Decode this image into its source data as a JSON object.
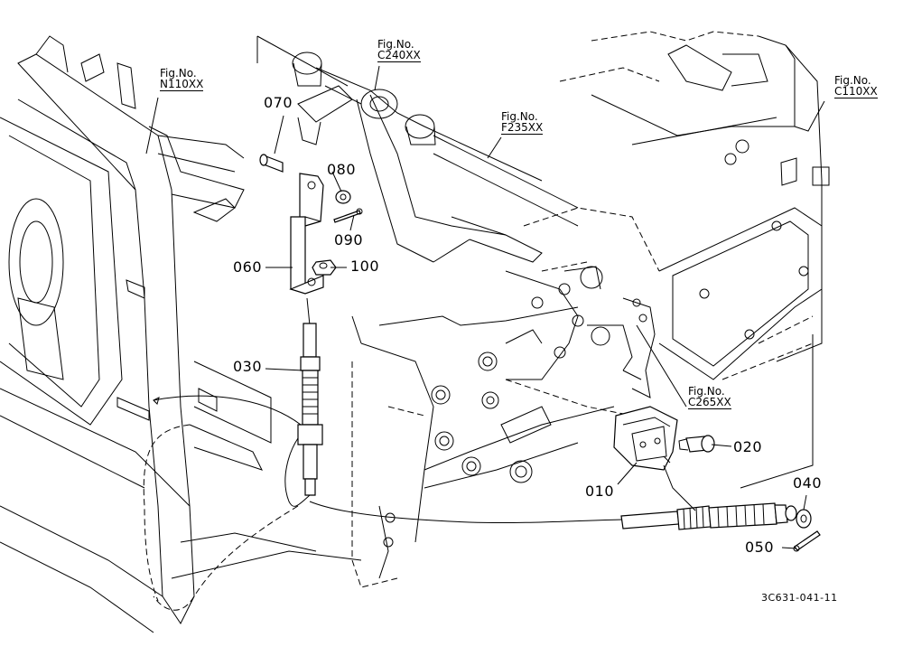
{
  "figure_refs": {
    "n110": {
      "prefix": "Fig.No.",
      "code": "N110XX"
    },
    "c240": {
      "prefix": "Fig.No.",
      "code": "C240XX"
    },
    "f235": {
      "prefix": "Fig.No.",
      "code": "F235XX"
    },
    "c110": {
      "prefix": "Fig.No.",
      "code": "C110XX"
    },
    "c265": {
      "prefix": "Fig.No.",
      "code": "C265XX"
    }
  },
  "parts": {
    "p070": "070",
    "p080": "080",
    "p090": "090",
    "p060": "060",
    "p100": "100",
    "p030": "030",
    "p020": "020",
    "p010": "010",
    "p040": "040",
    "p050": "050"
  },
  "drawing_code": "3C631-041-11",
  "icons": {
    "bolt": "bolt-icon",
    "washer": "washer-icon",
    "cotter_pin": "cotter-pin-icon",
    "nut": "nut-icon",
    "cable": "cable-icon"
  }
}
